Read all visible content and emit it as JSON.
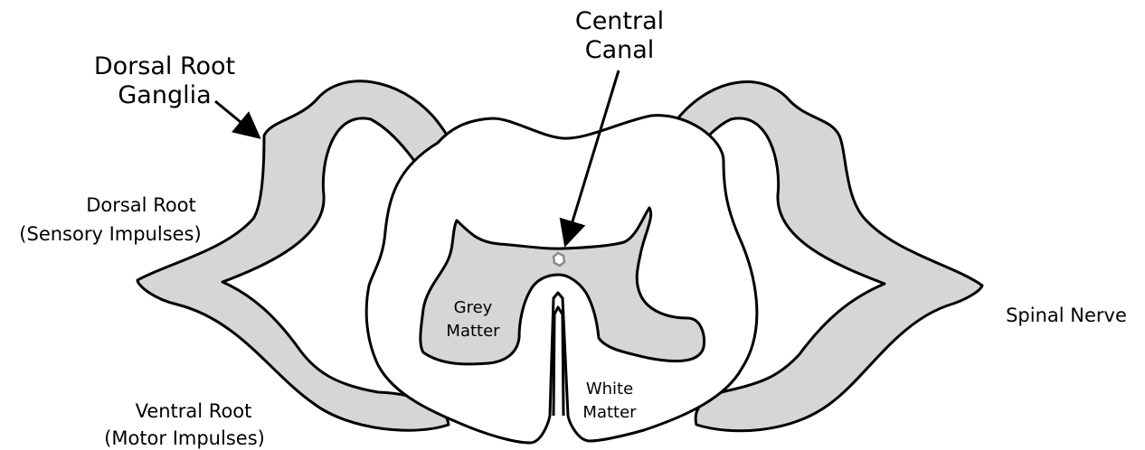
{
  "colors": {
    "grey_matter": "#d6d6d6",
    "white_matter": "#ffffff",
    "outline": "#000000",
    "canal": "#8a8a8a"
  },
  "labels": {
    "central_canal_line1": "Central",
    "central_canal_line2": "Canal",
    "dorsal_root_ganglia_line1": "Dorsal Root",
    "dorsal_root_ganglia_line2": "Ganglia",
    "dorsal_root_line1": "Dorsal Root",
    "dorsal_root_line2": "(Sensory Impulses)",
    "grey_matter_line1": "Grey",
    "grey_matter_line2": "Matter",
    "white_matter_line1": "White",
    "white_matter_line2": "Matter",
    "spinal_nerve": "Spinal Nerve",
    "ventral_root_line1": "Ventral Root",
    "ventral_root_line2": "(Motor Impulses)"
  }
}
